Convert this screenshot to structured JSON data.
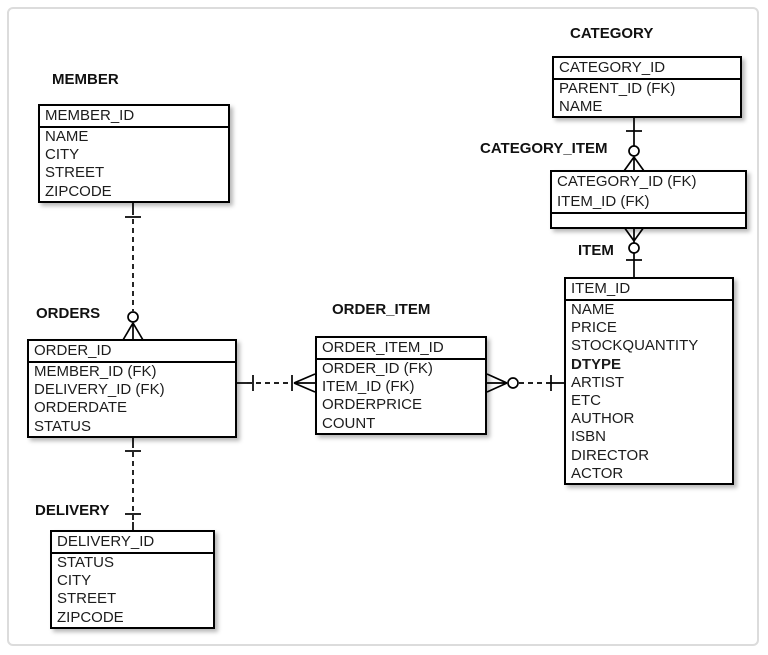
{
  "diagram": {
    "type": "entity-relationship",
    "notation": "crow-foot",
    "colors": {
      "background": "#ffffff",
      "table_border": "#000000",
      "relationship_line": "#000000",
      "text": "#1c1c1c",
      "frame_border": "#dcdcdc"
    },
    "entities": {
      "member": {
        "title": "MEMBER",
        "pk": [
          "MEMBER_ID"
        ],
        "attrs": [
          "NAME",
          "CITY",
          "STREET",
          "ZIPCODE"
        ]
      },
      "orders": {
        "title": "ORDERS",
        "pk": [
          "ORDER_ID"
        ],
        "attrs": [
          "MEMBER_ID (FK)",
          "DELIVERY_ID (FK)",
          "ORDERDATE",
          "STATUS"
        ]
      },
      "delivery": {
        "title": "DELIVERY",
        "pk": [
          "DELIVERY_ID"
        ],
        "attrs": [
          "STATUS",
          "CITY",
          "STREET",
          "ZIPCODE"
        ]
      },
      "order_item": {
        "title": "ORDER_ITEM",
        "pk": [
          "ORDER_ITEM_ID"
        ],
        "attrs": [
          "ORDER_ID (FK)",
          "ITEM_ID (FK)",
          "ORDERPRICE",
          "COUNT"
        ]
      },
      "item": {
        "title": "ITEM",
        "pk": [
          "ITEM_ID"
        ],
        "attrs": [
          "NAME",
          "PRICE",
          "STOCKQUANTITY",
          "DTYPE",
          "ARTIST",
          "ETC",
          "AUTHOR",
          "ISBN",
          "DIRECTOR",
          "ACTOR"
        ],
        "bold_attr": "DTYPE"
      },
      "category": {
        "title": "CATEGORY",
        "pk": [
          "CATEGORY_ID"
        ],
        "attrs": [
          "PARENT_ID (FK)",
          "NAME"
        ]
      },
      "category_item": {
        "title": "CATEGORY_ITEM",
        "pk": [
          "CATEGORY_ID (FK)",
          "ITEM_ID (FK)"
        ],
        "attrs": []
      }
    },
    "relationships": [
      {
        "name": "member-orders",
        "from": "MEMBER",
        "to": "ORDERS",
        "from_cardinality": "one",
        "to_cardinality": "zero-or-many",
        "line_style": "dashed"
      },
      {
        "name": "orders-delivery",
        "from": "ORDERS",
        "to": "DELIVERY",
        "from_cardinality": "one",
        "to_cardinality": "one",
        "line_style": "dashed"
      },
      {
        "name": "orders-order-item",
        "from": "ORDERS",
        "to": "ORDER_ITEM",
        "from_cardinality": "one",
        "to_cardinality": "one-or-many",
        "line_style": "dashed"
      },
      {
        "name": "order-item-item",
        "from": "ORDER_ITEM",
        "to": "ITEM",
        "from_cardinality": "zero-or-many",
        "to_cardinality": "one",
        "line_style": "dashed"
      },
      {
        "name": "category-category-item",
        "from": "CATEGORY",
        "to": "CATEGORY_ITEM",
        "from_cardinality": "one",
        "to_cardinality": "zero-or-many",
        "line_style": "solid"
      },
      {
        "name": "category-item-item",
        "from": "CATEGORY_ITEM",
        "to": "ITEM",
        "from_cardinality": "zero-or-many",
        "to_cardinality": "one",
        "line_style": "solid"
      }
    ]
  }
}
